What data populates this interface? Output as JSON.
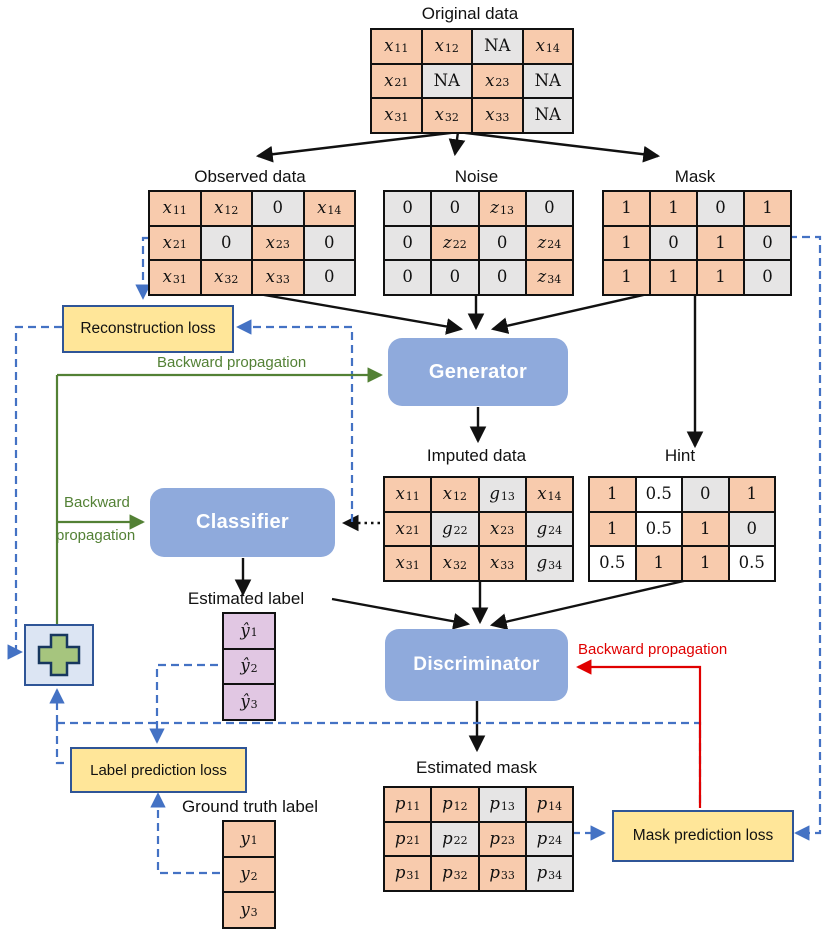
{
  "colors": {
    "accent_blue": "#8FAADC",
    "loss_yellow": "#FFE699",
    "loss_border": "#2F5597",
    "cell_orange": "#F8CBAD",
    "cell_gray": "#E6E5E5",
    "cell_pink": "#E1C7E3",
    "dashed_blue": "#4472C4",
    "green": "#538135",
    "red": "#E00000",
    "black": "#111111"
  },
  "boxes": {
    "generator": "Generator",
    "classifier": "Classifier",
    "discriminator": "Discriminator"
  },
  "losses": {
    "reconstruction": "Reconstruction loss",
    "label": "Label prediction loss",
    "mask": "Mask prediction loss"
  },
  "annotations": {
    "generator_bp": "Backward propagation",
    "classifier_bp_line1": "Backward",
    "classifier_bp_line2": "propagation",
    "discriminator_bp": "Backward propagation"
  },
  "icons": {
    "plus": "adder-plus"
  },
  "tables": {
    "original": {
      "title": "Original data",
      "cols": 4,
      "cells": [
        {
          "v": "x",
          "s": "11",
          "c": "o"
        },
        {
          "v": "x",
          "s": "12",
          "c": "o"
        },
        {
          "v": "NA",
          "c": "g"
        },
        {
          "v": "x",
          "s": "14",
          "c": "o"
        },
        {
          "v": "x",
          "s": "21",
          "c": "o"
        },
        {
          "v": "NA",
          "c": "g"
        },
        {
          "v": "x",
          "s": "23",
          "c": "o"
        },
        {
          "v": "NA",
          "c": "g"
        },
        {
          "v": "x",
          "s": "31",
          "c": "o"
        },
        {
          "v": "x",
          "s": "32",
          "c": "o"
        },
        {
          "v": "x",
          "s": "33",
          "c": "o"
        },
        {
          "v": "NA",
          "c": "g"
        }
      ]
    },
    "observed": {
      "title": "Observed data",
      "cols": 4,
      "cells": [
        {
          "v": "x",
          "s": "11",
          "c": "o"
        },
        {
          "v": "x",
          "s": "12",
          "c": "o"
        },
        {
          "v": "0",
          "c": "g"
        },
        {
          "v": "x",
          "s": "14",
          "c": "o"
        },
        {
          "v": "x",
          "s": "21",
          "c": "o"
        },
        {
          "v": "0",
          "c": "g"
        },
        {
          "v": "x",
          "s": "23",
          "c": "o"
        },
        {
          "v": "0",
          "c": "g"
        },
        {
          "v": "x",
          "s": "31",
          "c": "o"
        },
        {
          "v": "x",
          "s": "32",
          "c": "o"
        },
        {
          "v": "x",
          "s": "33",
          "c": "o"
        },
        {
          "v": "0",
          "c": "g"
        }
      ]
    },
    "noise": {
      "title": "Noise",
      "cols": 4,
      "cells": [
        {
          "v": "0",
          "c": "g"
        },
        {
          "v": "0",
          "c": "g"
        },
        {
          "v": "z",
          "s": "13",
          "c": "o"
        },
        {
          "v": "0",
          "c": "g"
        },
        {
          "v": "0",
          "c": "g"
        },
        {
          "v": "z",
          "s": "22",
          "c": "o"
        },
        {
          "v": "0",
          "c": "g"
        },
        {
          "v": "z",
          "s": "24",
          "c": "o"
        },
        {
          "v": "0",
          "c": "g"
        },
        {
          "v": "0",
          "c": "g"
        },
        {
          "v": "0",
          "c": "g"
        },
        {
          "v": "z",
          "s": "34",
          "c": "o"
        }
      ]
    },
    "mask": {
      "title": "Mask",
      "cols": 4,
      "cells": [
        {
          "v": "1",
          "c": "o"
        },
        {
          "v": "1",
          "c": "o"
        },
        {
          "v": "0",
          "c": "g"
        },
        {
          "v": "1",
          "c": "o"
        },
        {
          "v": "1",
          "c": "o"
        },
        {
          "v": "0",
          "c": "g"
        },
        {
          "v": "1",
          "c": "o"
        },
        {
          "v": "0",
          "c": "g"
        },
        {
          "v": "1",
          "c": "o"
        },
        {
          "v": "1",
          "c": "o"
        },
        {
          "v": "1",
          "c": "o"
        },
        {
          "v": "0",
          "c": "g"
        }
      ]
    },
    "imputed": {
      "title": "Imputed data",
      "cols": 4,
      "cells": [
        {
          "v": "x",
          "s": "11",
          "c": "o"
        },
        {
          "v": "x",
          "s": "12",
          "c": "o"
        },
        {
          "v": "g",
          "s": "13",
          "c": "g"
        },
        {
          "v": "x",
          "s": "14",
          "c": "o"
        },
        {
          "v": "x",
          "s": "21",
          "c": "o"
        },
        {
          "v": "g",
          "s": "22",
          "c": "g"
        },
        {
          "v": "x",
          "s": "23",
          "c": "o"
        },
        {
          "v": "g",
          "s": "24",
          "c": "g"
        },
        {
          "v": "x",
          "s": "31",
          "c": "o"
        },
        {
          "v": "x",
          "s": "32",
          "c": "o"
        },
        {
          "v": "x",
          "s": "33",
          "c": "o"
        },
        {
          "v": "g",
          "s": "34",
          "c": "g"
        }
      ]
    },
    "hint": {
      "title": "Hint",
      "cols": 4,
      "cells": [
        {
          "v": "1",
          "c": "o"
        },
        {
          "v": "0.5",
          "c": "w"
        },
        {
          "v": "0",
          "c": "g"
        },
        {
          "v": "1",
          "c": "o"
        },
        {
          "v": "1",
          "c": "o"
        },
        {
          "v": "0.5",
          "c": "w"
        },
        {
          "v": "1",
          "c": "o"
        },
        {
          "v": "0",
          "c": "g"
        },
        {
          "v": "0.5",
          "c": "w"
        },
        {
          "v": "1",
          "c": "o"
        },
        {
          "v": "1",
          "c": "o"
        },
        {
          "v": "0.5",
          "c": "w"
        }
      ]
    },
    "est_mask": {
      "title": "Estimated mask",
      "cols": 4,
      "cells": [
        {
          "v": "p",
          "s": "11",
          "c": "o"
        },
        {
          "v": "p",
          "s": "12",
          "c": "o"
        },
        {
          "v": "p",
          "s": "13",
          "c": "g"
        },
        {
          "v": "p",
          "s": "14",
          "c": "o"
        },
        {
          "v": "p",
          "s": "21",
          "c": "o"
        },
        {
          "v": "p",
          "s": "22",
          "c": "g"
        },
        {
          "v": "p",
          "s": "23",
          "c": "o"
        },
        {
          "v": "p",
          "s": "24",
          "c": "g"
        },
        {
          "v": "p",
          "s": "31",
          "c": "o"
        },
        {
          "v": "p",
          "s": "32",
          "c": "o"
        },
        {
          "v": "p",
          "s": "33",
          "c": "o"
        },
        {
          "v": "p",
          "s": "34",
          "c": "g"
        }
      ]
    },
    "est_label": {
      "title": "Estimated label",
      "cols": 1,
      "cells": [
        {
          "v": "ŷ",
          "s": "1",
          "c": "p"
        },
        {
          "v": "ŷ",
          "s": "2",
          "c": "p"
        },
        {
          "v": "ŷ",
          "s": "3",
          "c": "p"
        }
      ]
    },
    "ground_truth": {
      "title": "Ground truth label",
      "cols": 1,
      "cells": [
        {
          "v": "y",
          "s": "1",
          "c": "o"
        },
        {
          "v": "y",
          "s": "2",
          "c": "o"
        },
        {
          "v": "y",
          "s": "3",
          "c": "o"
        }
      ]
    }
  }
}
